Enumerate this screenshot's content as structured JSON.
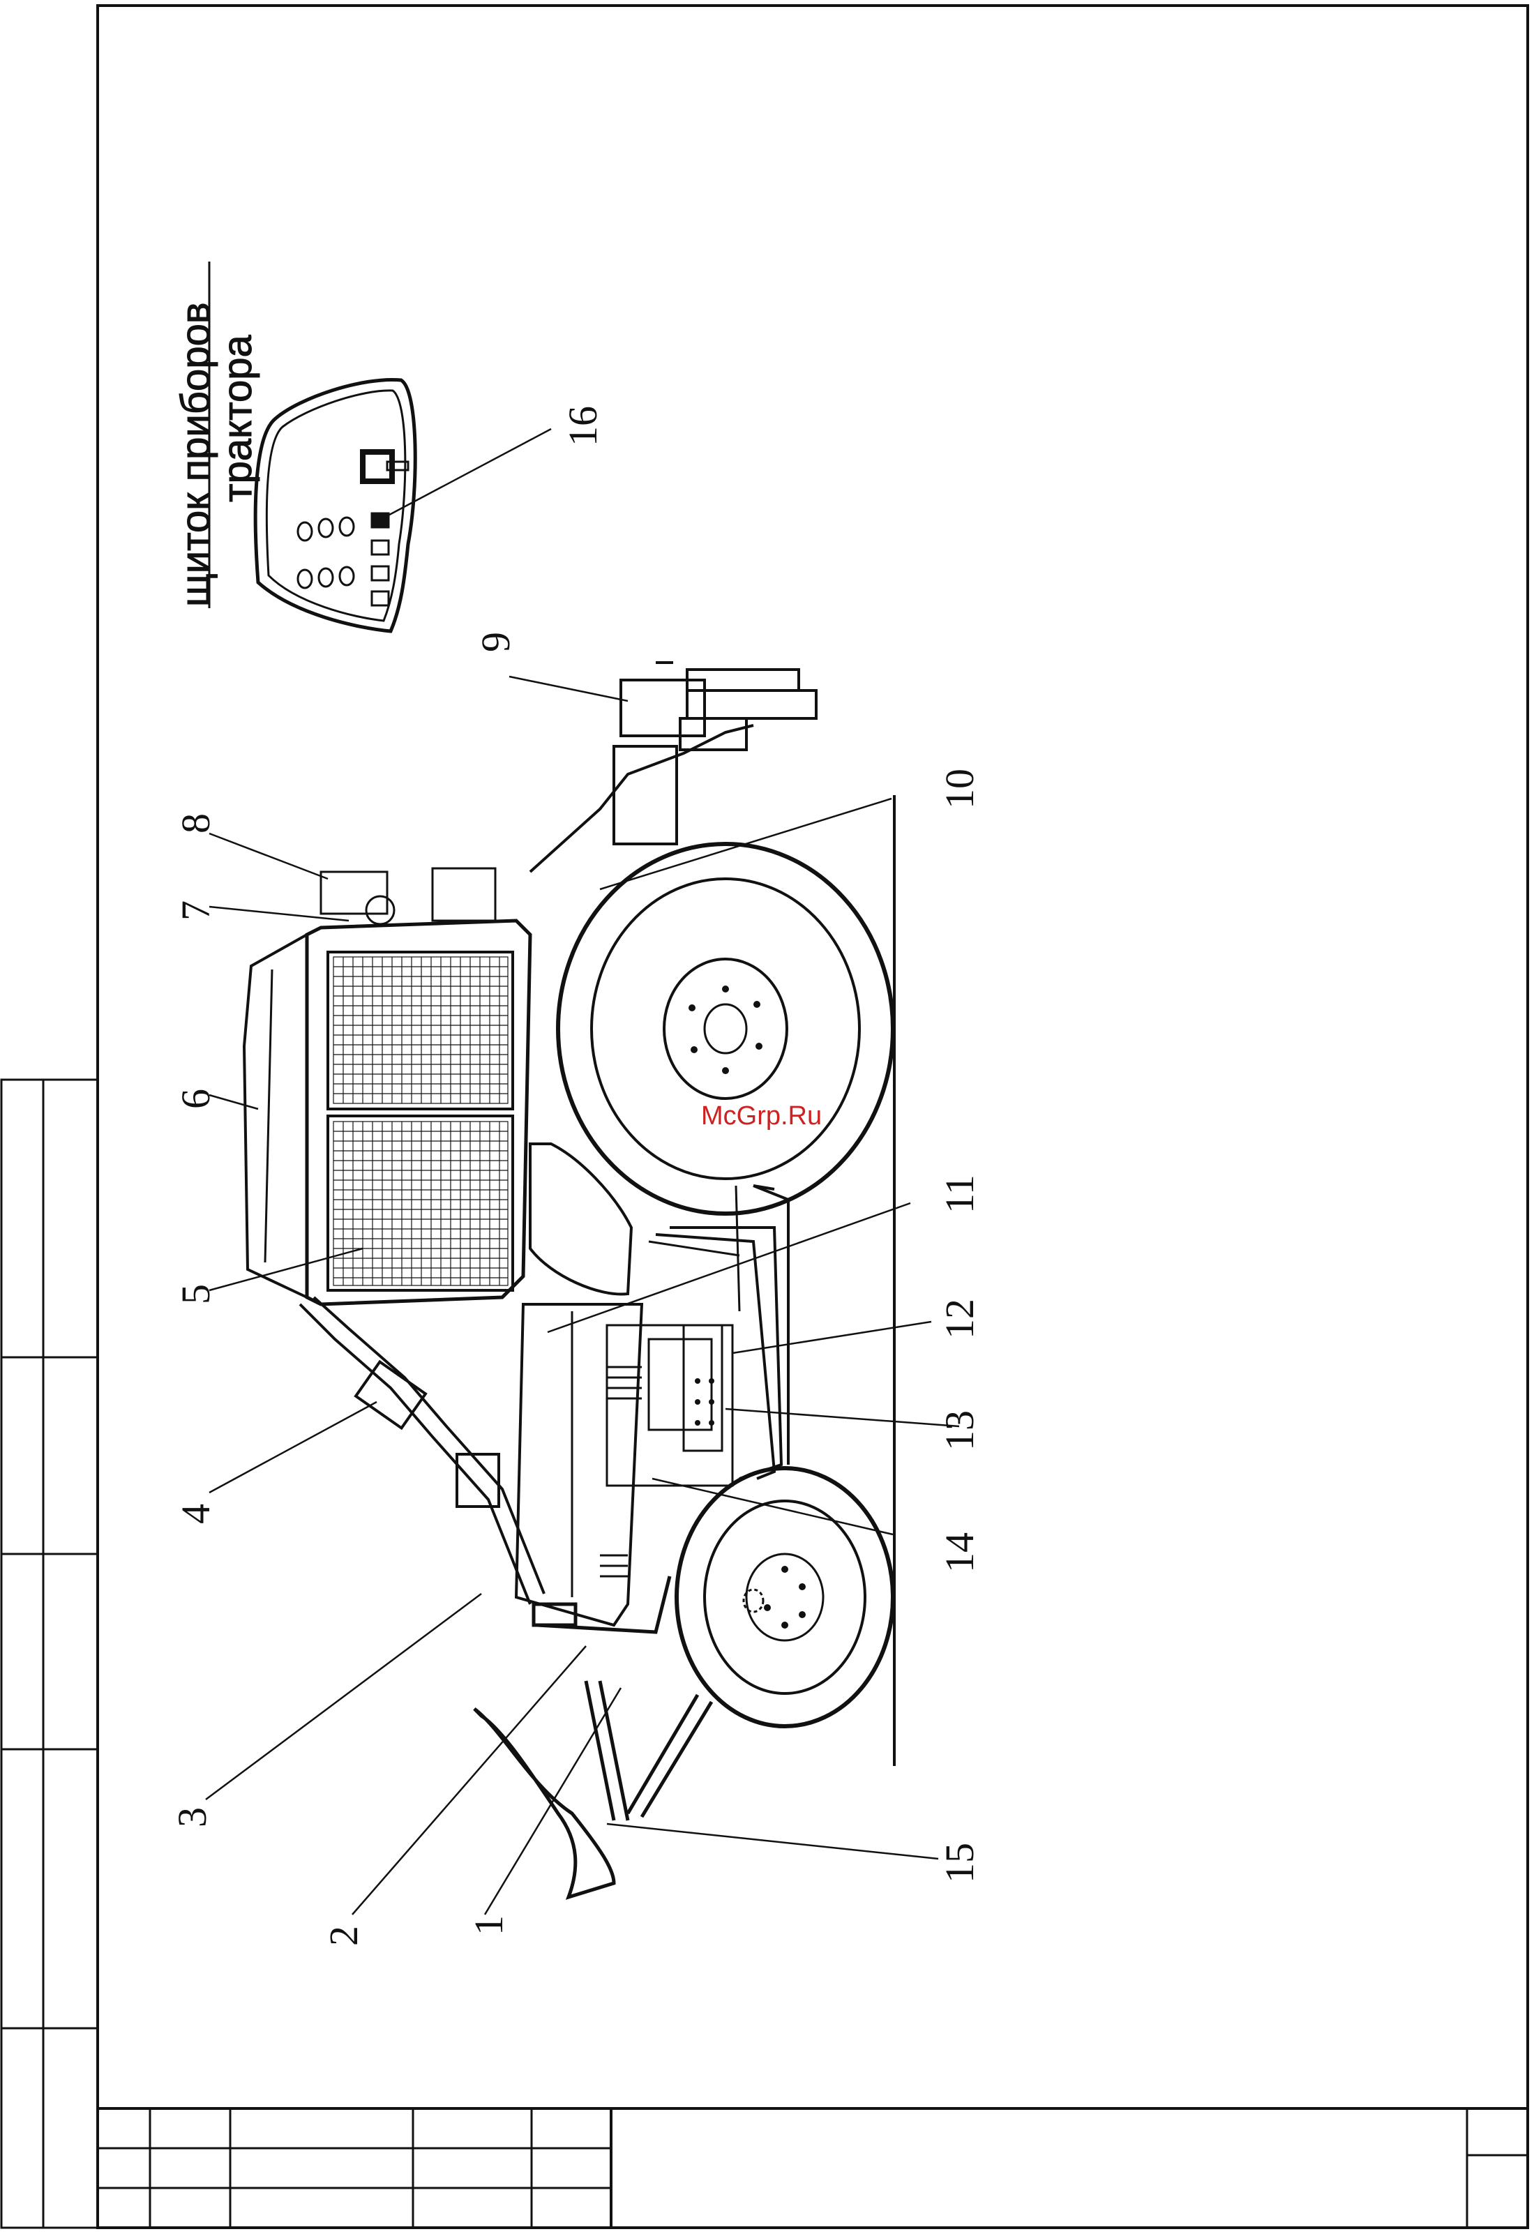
{
  "panel_title": {
    "line1": "щиток приборов",
    "line2": "трактора"
  },
  "watermark": "McGrp.Ru",
  "callouts": [
    "1",
    "2",
    "3",
    "4",
    "5",
    "6",
    "7",
    "8",
    "9",
    "10",
    "11",
    "12",
    "13",
    "14",
    "15",
    "16"
  ],
  "colors": {
    "ink": "#111111",
    "watermark": "#cc2222"
  }
}
